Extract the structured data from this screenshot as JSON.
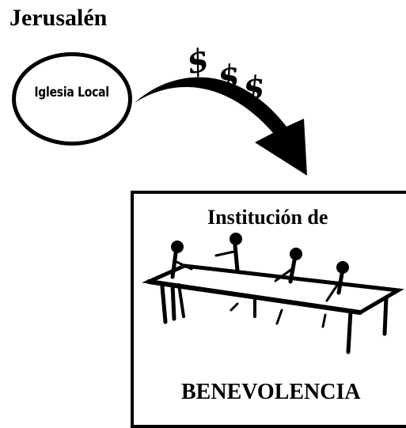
{
  "location": "Jerusalén",
  "source": {
    "label": "Iglesia Local"
  },
  "money_symbols": [
    "$",
    "$",
    "$"
  ],
  "target": {
    "title": "Institución de",
    "subtitle": "BENEVOLENCIA"
  }
}
